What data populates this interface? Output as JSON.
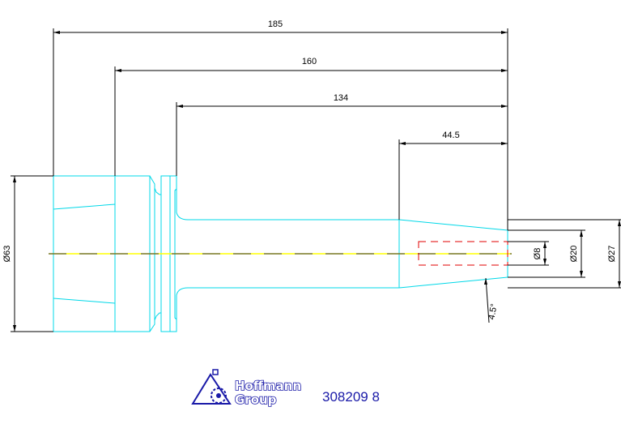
{
  "dimensions": {
    "overall_length": "185",
    "length_160": "160",
    "length_134": "134",
    "taper_length": "44.5",
    "body_diameter": "Ø63",
    "bore_diameter": "Ø8",
    "tip_diameter": "Ø20",
    "taper_diameter": "Ø27",
    "taper_angle": "4.5°"
  },
  "logo": {
    "line1": "Hoffmann",
    "line2": "Group",
    "icon": "hoffmann-group-logo"
  },
  "part_number": "308209 8",
  "colors": {
    "outline": "#00d8e8",
    "centerline": "#ffff00",
    "hidden_bore": "#e00000",
    "dimension": "#000000",
    "brand": "#1a1aa8"
  }
}
